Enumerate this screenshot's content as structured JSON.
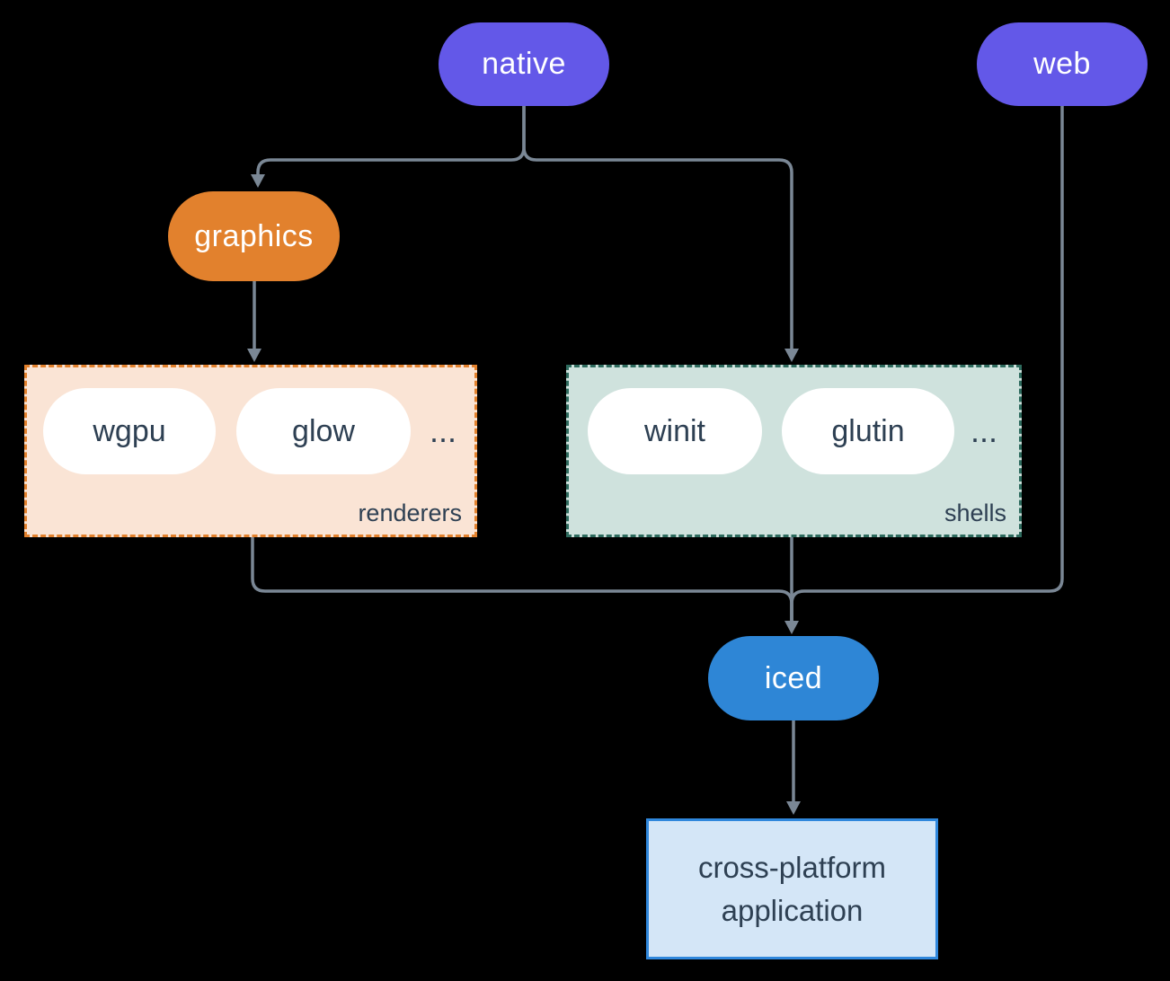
{
  "colors": {
    "background": "#000000",
    "purple": "#6358E8",
    "orange": "#E2812D",
    "blue": "#2E86D6",
    "peach-bg": "#FAE4D5",
    "peach-border": "#E2812D",
    "teal-bg": "#CFE2DD",
    "teal-border": "#2E6B5E",
    "app-bg": "#D4E6F7",
    "app-border": "#2F87DC",
    "ink": "#2E4053",
    "connector": "#7A8795",
    "pill-text": "#FFFFFF"
  },
  "diagram": {
    "nodes": {
      "native": {
        "label": "native"
      },
      "web": {
        "label": "web"
      },
      "graphics": {
        "label": "graphics"
      },
      "iced": {
        "label": "iced"
      },
      "application": {
        "lines": [
          "cross-platform",
          "application"
        ]
      }
    },
    "groups": {
      "renderers": {
        "label": "renderers",
        "items": [
          "wgpu",
          "glow"
        ],
        "ellipsis": "..."
      },
      "shells": {
        "label": "shells",
        "items": [
          "winit",
          "glutin"
        ],
        "ellipsis": "..."
      }
    }
  }
}
